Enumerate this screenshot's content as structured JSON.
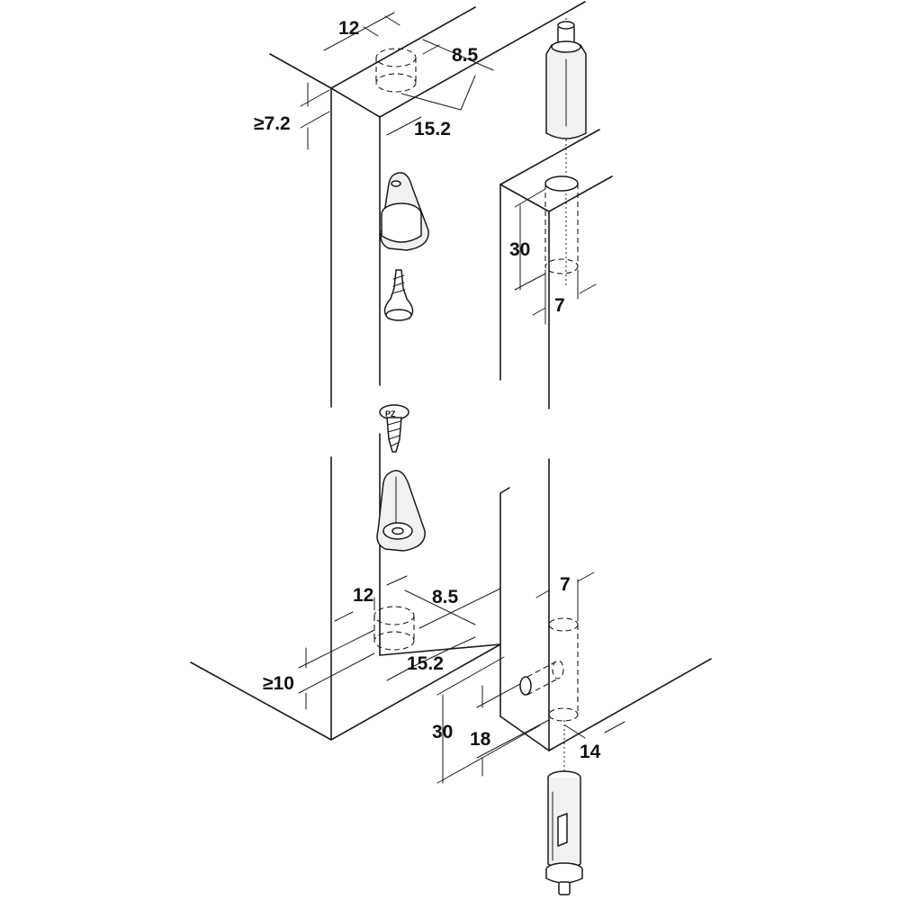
{
  "dimensions": {
    "top_bore_width": "12",
    "top_bore_depth": "8.5",
    "top_offset": "15.2",
    "top_edge_min": "≥7.2",
    "door_bore_depth": "30",
    "door_bore_dia": "7",
    "bottom_bore_width": "12",
    "bottom_bore_depth": "8.5",
    "bottom_offset": "15.2",
    "bottom_edge_min": "≥10",
    "lower_bore_dia": "7",
    "lower_bore_depth": "30",
    "cross_bore_height": "18",
    "edge_distance": "14"
  },
  "labels": {
    "screw_head_mark": "PZ"
  }
}
